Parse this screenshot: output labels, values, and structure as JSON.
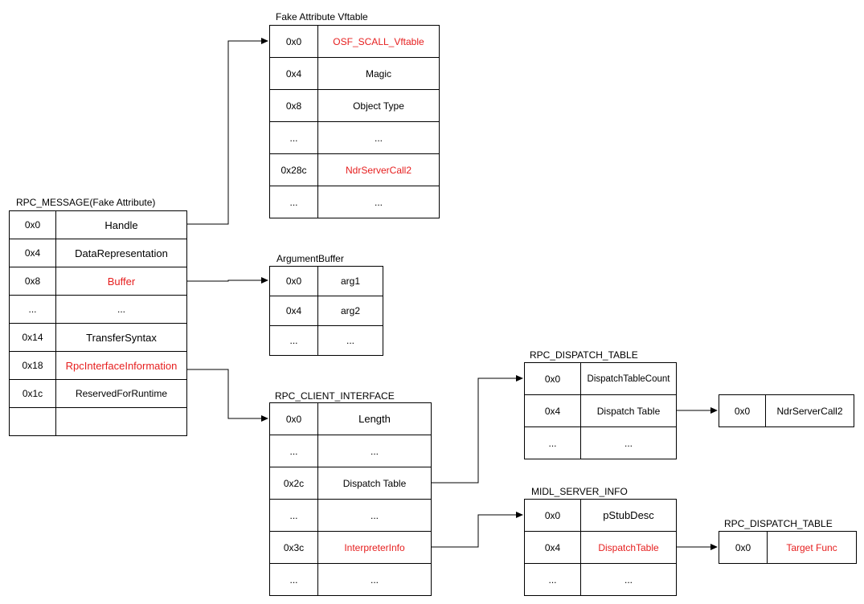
{
  "structs": {
    "rpc_message": {
      "title": "RPC_MESSAGE(Fake Attribute)",
      "rows": [
        {
          "offset": "0x0",
          "field": "Handle",
          "highlight": false
        },
        {
          "offset": "0x4",
          "field": "DataRepresentation",
          "highlight": false
        },
        {
          "offset": "0x8",
          "field": "Buffer",
          "highlight": true
        },
        {
          "offset": "...",
          "field": "...",
          "highlight": false
        },
        {
          "offset": "0x14",
          "field": "TransferSyntax",
          "highlight": false
        },
        {
          "offset": "0x18",
          "field": "RpcInterfaceInformation",
          "highlight": true
        },
        {
          "offset": "0x1c",
          "field": "ReservedForRuntime",
          "highlight": false
        },
        {
          "offset": "",
          "field": "",
          "highlight": false
        }
      ]
    },
    "fake_vftable": {
      "title": "Fake Attribute Vftable",
      "rows": [
        {
          "offset": "0x0",
          "field": "OSF_SCALL_Vftable",
          "highlight": true
        },
        {
          "offset": "0x4",
          "field": "Magic",
          "highlight": false
        },
        {
          "offset": "0x8",
          "field": "Object Type",
          "highlight": false
        },
        {
          "offset": "...",
          "field": "...",
          "highlight": false
        },
        {
          "offset": "0x28c",
          "field": "NdrServerCall2",
          "highlight": true
        },
        {
          "offset": "...",
          "field": "...",
          "highlight": false
        }
      ]
    },
    "argument_buffer": {
      "title": "ArgumentBuffer",
      "rows": [
        {
          "offset": "0x0",
          "field": "arg1",
          "highlight": false
        },
        {
          "offset": "0x4",
          "field": "arg2",
          "highlight": false
        },
        {
          "offset": "...",
          "field": "...",
          "highlight": false
        }
      ]
    },
    "rpc_client_interface": {
      "title": "RPC_CLIENT_INTERFACE",
      "rows": [
        {
          "offset": "0x0",
          "field": "Length",
          "highlight": false
        },
        {
          "offset": "...",
          "field": "...",
          "highlight": false
        },
        {
          "offset": "0x2c",
          "field": "Dispatch Table",
          "highlight": false
        },
        {
          "offset": "...",
          "field": "...",
          "highlight": false
        },
        {
          "offset": "0x3c",
          "field": "InterpreterInfo",
          "highlight": true
        },
        {
          "offset": "...",
          "field": "...",
          "highlight": false
        }
      ]
    },
    "rpc_dispatch_table_1": {
      "title": "RPC_DISPATCH_TABLE",
      "rows": [
        {
          "offset": "0x0",
          "field": "DispatchTableCount",
          "highlight": false
        },
        {
          "offset": "0x4",
          "field": "Dispatch Table",
          "highlight": false
        },
        {
          "offset": "...",
          "field": "...",
          "highlight": false
        }
      ]
    },
    "ndr_server_call2_entry": {
      "rows": [
        {
          "offset": "0x0",
          "field": "NdrServerCall2",
          "highlight": false
        }
      ]
    },
    "midl_server_info": {
      "title": "MIDL_SERVER_INFO",
      "rows": [
        {
          "offset": "0x0",
          "field": "pStubDesc",
          "highlight": false
        },
        {
          "offset": "0x4",
          "field": "DispatchTable",
          "highlight": true
        },
        {
          "offset": "...",
          "field": "...",
          "highlight": false
        }
      ]
    },
    "rpc_dispatch_table_2": {
      "title": "RPC_DISPATCH_TABLE",
      "rows": [
        {
          "offset": "0x0",
          "field": "Target Func",
          "highlight": true
        }
      ]
    }
  },
  "colors": {
    "highlight": "#e61e1e",
    "line": "#000000"
  }
}
